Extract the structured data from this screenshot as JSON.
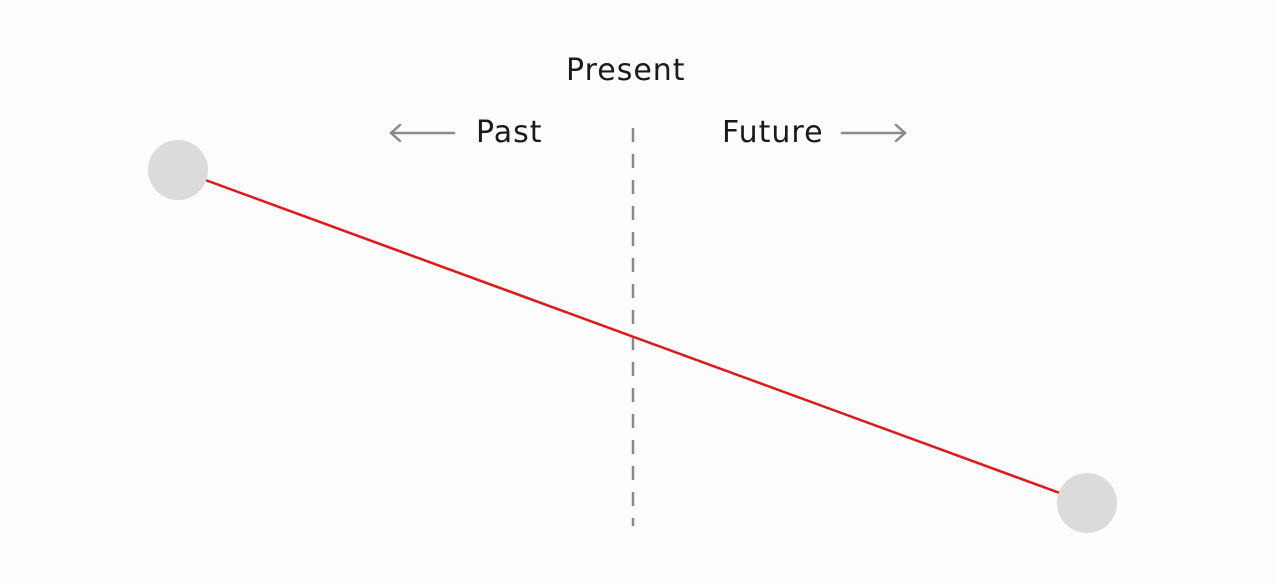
{
  "labels": {
    "present": "Present",
    "past": "Past",
    "future": "Future"
  },
  "colors": {
    "line": "#e01818",
    "divider": "#8a8a8a",
    "arrow": "#8a8a8a",
    "endpoint": "#dcdadb",
    "text": "#1a1a1a"
  },
  "icons": {
    "past_arrow": "arrow-left-icon",
    "future_arrow": "arrow-right-icon"
  }
}
